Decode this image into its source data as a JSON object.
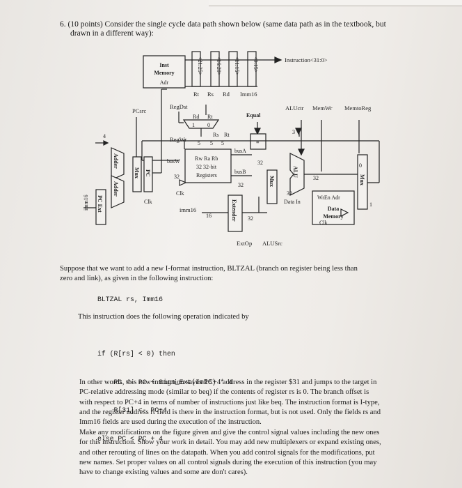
{
  "question": {
    "header": "6. (10 points) Consider the single cycle data path shown below (same data path as in the textbook, but",
    "header_cont": "drawn in a different way):"
  },
  "datapath": {
    "inst_memory": [
      "Inst",
      "Memory"
    ],
    "adr": "Adr",
    "instruction_label": "Instruction<31:0>",
    "field_bits": [
      "<21:25>",
      "<16:20>",
      "<11:15>",
      "<0:15>"
    ],
    "fields": [
      "Rt",
      "Rs",
      "Rd",
      "Imm16"
    ],
    "pcsrc": "PCsrc",
    "regdst": "RegDst",
    "regdst_inputs": [
      "Rd",
      "Rt"
    ],
    "mux_sel": [
      "1",
      "0"
    ],
    "equal": "Equal",
    "aluctr": "ALUctr",
    "memwr": "MemWr",
    "memtoreg": "MemtoReg",
    "regwr": "RegWr",
    "five": "5",
    "rs_label": "Rs",
    "rt_label": "Rt",
    "busa": "busA",
    "busw": "busW",
    "bus32": "32",
    "regfile": [
      "Rw  Ra  Rb",
      "32 32-bit",
      "Registers"
    ],
    "busb": "busB",
    "clk": "Clk",
    "imm16": "imm16",
    "sixteen": "16",
    "extender": "Extender",
    "adder": "Adder",
    "mux": "Mux",
    "pc": "PC",
    "pcext": "PC Ext",
    "imm16_vert": "imm16",
    "four": "4",
    "three": "3",
    "alu": "ALU",
    "data_in": "Data In",
    "wren_adr": "WrEn  Adr",
    "data_memory": [
      "Data",
      "Memory"
    ],
    "extop": "ExtOp",
    "alusrc": "ALUSrc",
    "eq_sign": "="
  },
  "body": {
    "p1": "Suppose that we want to add a new I-format instruction, BLTZAL (branch on register being less than",
    "p1b": "zero and link), as given in the following instruction:",
    "instr": "BLTZAL rs, Imm16",
    "p2": "This instruction does the following operation indicated by",
    "code": [
      "if (R[rs] < 0) then",
      "    PC <- PC + Sign_Ext(Im16) * 4",
      "    R[31] <- PC+4",
      "else PC < PC + 4"
    ],
    "p3": [
      "In other words, this new instruction saves PC+4 address in the register $31 and jumps to the target in",
      "PC-relative addressing mode (similar to beq) if the contents of register rs is 0. The branch offset is",
      "with respect to PC+4 in terms of number of instructions just like beq. The instruction format is I-type,",
      "and the register address rt field is there in the instruction format, but is not used. Only the fields rs and",
      "Imm16 fields are used during the execution of the instruction."
    ],
    "p4": [
      "Make any modifications on the figure given and give the control signal values including the new ones",
      "for this instruction. Show your work in detail. You may add new multiplexers or expand existing ones,",
      "and other rerouting of lines on the datapath. When you add control signals for the modifications, put",
      "new names. Set proper values on all control signals during the execution of this instruction (you may",
      "have to change existing values and some are don't cares)."
    ]
  }
}
